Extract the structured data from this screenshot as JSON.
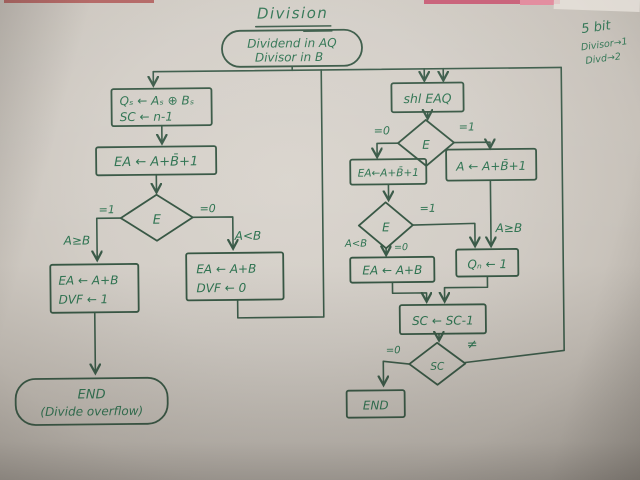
{
  "title": "Division",
  "corner_notes": {
    "line1": "5 bit",
    "line2": "Divisor→1",
    "line3": "Divd→2"
  },
  "nodes": {
    "start": {
      "line1": "Dividend in AQ",
      "line2": "Divisor in B"
    },
    "init": {
      "line1": "Qₛ ← Aₛ ⊕ Bₛ",
      "line2": "SC ← n-1"
    },
    "subtract": {
      "label": "EA ← A+B̄+1"
    },
    "e1": {
      "label": "E"
    },
    "restore_overflow": {
      "line1": "EA ← A+B",
      "line2": "DVF ← 1"
    },
    "restore_ok": {
      "line1": "EA ← A+B",
      "line2": "DVF ← 0"
    },
    "end_overflow": {
      "line1": "END",
      "line2": "(Divide overflow)"
    },
    "shl": {
      "label": "shl EAQ"
    },
    "e2": {
      "label": "E"
    },
    "sub_ea": {
      "label": "EA←A+B̄+1"
    },
    "sub_a": {
      "label": "A ← A+B̄+1"
    },
    "e3": {
      "label": "E"
    },
    "restore_loop": {
      "label": "EA ← A+B"
    },
    "set_qn": {
      "label": "Qₙ ← 1"
    },
    "dec_sc": {
      "label": "SC ← SC-1"
    },
    "sc_test": {
      "label": "SC"
    },
    "end_loop": {
      "label": "END"
    }
  },
  "edge_labels": {
    "e1_true": "=1",
    "e1_false": "=0",
    "a_ge_b": "A≥B",
    "a_lt_b": "A<B",
    "e2_false": "=0",
    "e2_true": "=1",
    "e3_true": "=1",
    "e3_false": "=0",
    "e3_a_lt_b": "A<B",
    "a_ge_b_right": "A≥B",
    "sc_zero": "=0",
    "sc_nonzero": "≠"
  }
}
